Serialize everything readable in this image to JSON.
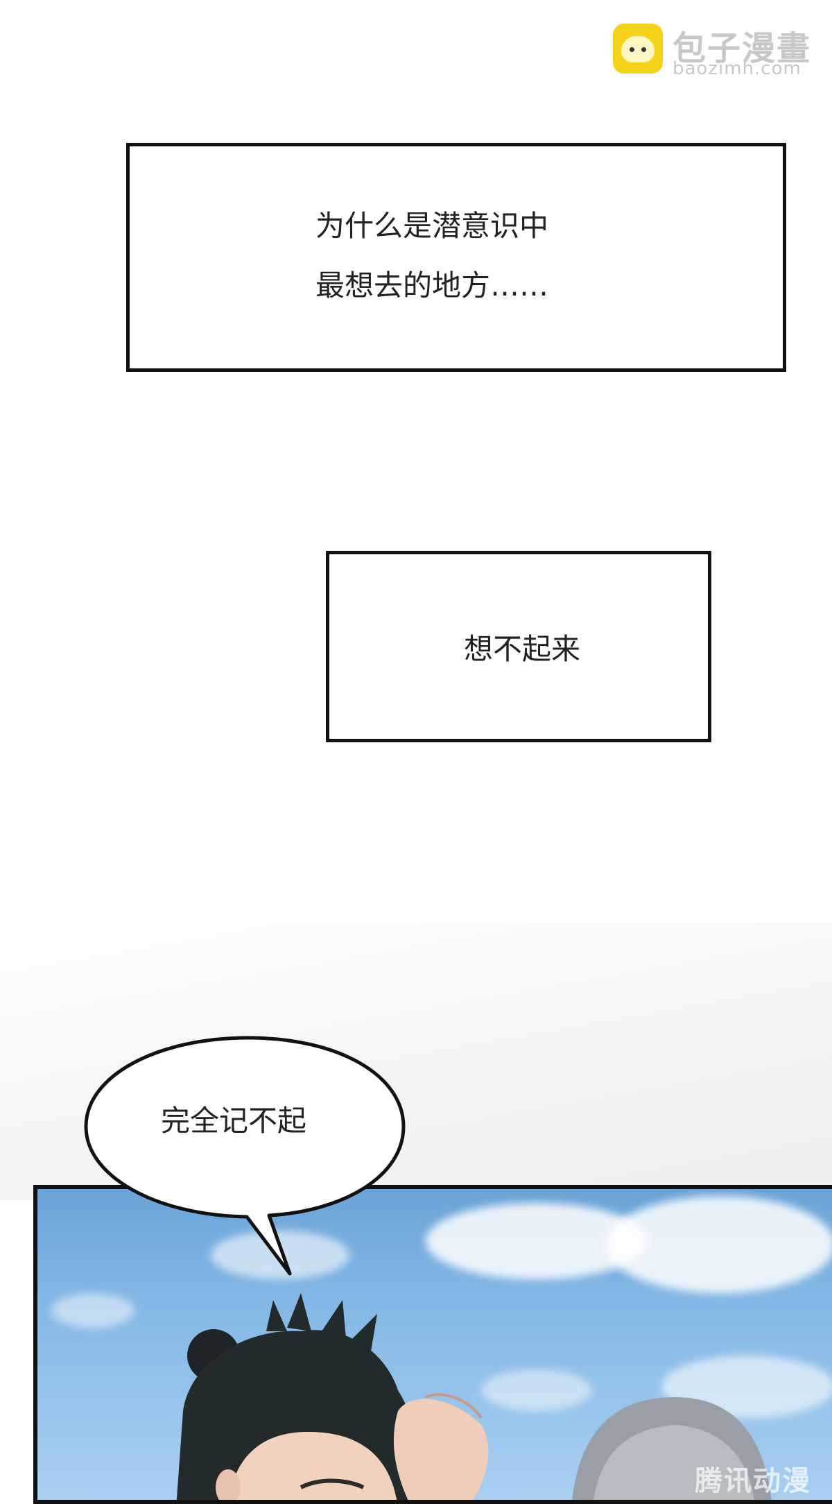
{
  "watermark": {
    "title": "包子漫畫",
    "url": "baozimh.com",
    "logo_icon": "baozi-bun-icon"
  },
  "captions": [
    {
      "lines": [
        "为什么是潜意识中",
        "最想去的地方……"
      ]
    },
    {
      "lines": [
        "想不起来"
      ]
    }
  ],
  "speech_bubble": {
    "text": "完全记不起"
  },
  "panel": {
    "scene": "sky-with-clouds",
    "characters": [
      "dark-haired-man-hand-on-forehead",
      "silver-haired-figure"
    ],
    "sky_color": "#86b9e6",
    "corner_watermark": "腾讯动漫"
  }
}
